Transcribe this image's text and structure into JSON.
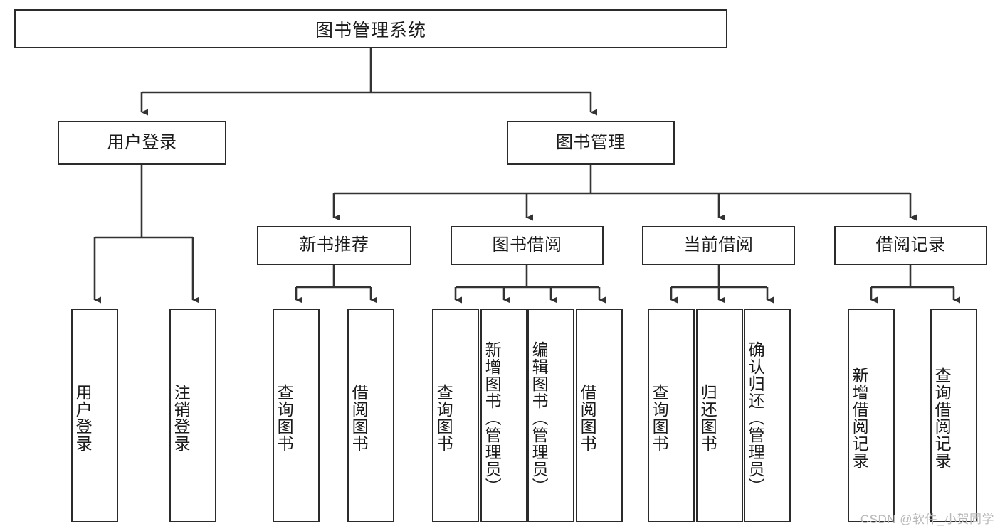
{
  "diagram": {
    "type": "tree-flowchart",
    "title": "图书管理系统",
    "watermark": "CSDN @软件_小贺同学",
    "colors": {
      "box_border": "#2b2b2b",
      "box_fill": "#ffffff",
      "connector": "#333333",
      "text": "#1a1a1a",
      "watermark": "#b9b9b9",
      "background": "#ffffff"
    },
    "root": {
      "label": "图书管理系统",
      "orientation": "horizontal"
    },
    "level2": [
      {
        "label": "用户登录",
        "orientation": "horizontal"
      },
      {
        "label": "图书管理",
        "orientation": "horizontal"
      }
    ],
    "level3": [
      {
        "label": "新书推荐",
        "orientation": "horizontal"
      },
      {
        "label": "图书借阅",
        "orientation": "horizontal"
      },
      {
        "label": "当前借阅",
        "orientation": "horizontal"
      },
      {
        "label": "借阅记录",
        "orientation": "horizontal"
      }
    ],
    "leaves": {
      "user_login": [
        {
          "label": "用户登录",
          "orientation": "vertical"
        },
        {
          "label": "注销登录",
          "orientation": "vertical"
        }
      ],
      "new_book_recommend": [
        {
          "label": "查询图书",
          "orientation": "vertical"
        },
        {
          "label": "借阅图书",
          "orientation": "vertical"
        }
      ],
      "book_borrow": [
        {
          "label": "查询图书",
          "orientation": "vertical"
        },
        {
          "label": "新增图书（管理员）",
          "orientation": "vertical"
        },
        {
          "label": "编辑图书（管理员）",
          "orientation": "vertical"
        },
        {
          "label": "借阅图书",
          "orientation": "vertical"
        }
      ],
      "current_borrow": [
        {
          "label": "查询图书",
          "orientation": "vertical"
        },
        {
          "label": "归还图书",
          "orientation": "vertical"
        },
        {
          "label": "确认归还（管理员）",
          "orientation": "vertical"
        }
      ],
      "borrow_record": [
        {
          "label": "新增借阅记录",
          "orientation": "vertical"
        },
        {
          "label": "查询借阅记录",
          "orientation": "vertical"
        }
      ]
    }
  }
}
